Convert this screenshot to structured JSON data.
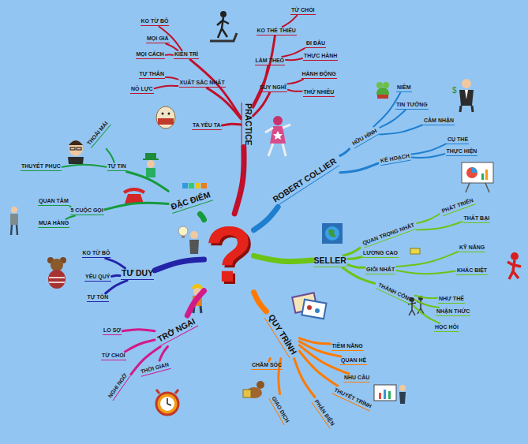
{
  "diagram": {
    "nodes": [
      {
        "text": [
          "?"
        ]
      },
      {
        "text": [
          "PRACTICE"
        ]
      },
      {
        "text": [
          "KIÊN TRÌ"
        ]
      },
      {
        "text": [
          "KO TỪ BỎ"
        ]
      },
      {
        "text": [
          "MỌI GIÁ"
        ]
      },
      {
        "text": [
          "MỌI CÁCH"
        ]
      },
      {
        "text": [
          "KO THỂ THIẾU"
        ]
      },
      {
        "text": [
          "TỪ CHỐI"
        ]
      },
      {
        "text": [
          "LÀM THEO"
        ]
      },
      {
        "text": [
          "ĐI ĐÂU"
        ]
      },
      {
        "text": [
          "THỰC HÀNH"
        ]
      },
      {
        "text": [
          "SUY NGHĨ"
        ]
      },
      {
        "text": [
          "HÀNH ĐỘNG"
        ]
      },
      {
        "text": [
          "THỨ NHIỀU"
        ]
      },
      {
        "text": [
          "XUẤT SẮC NHẤT"
        ]
      },
      {
        "text": [
          "TỰ THÂN"
        ]
      },
      {
        "text": [
          "NỖ LỰC"
        ]
      },
      {
        "text": [
          "TA YÊU TA"
        ]
      },
      {
        "text": [
          "ROBERT COLLIER"
        ]
      },
      {
        "text": [
          "HỮU HÌNH"
        ]
      },
      {
        "text": [
          "NIỀM"
        ]
      },
      {
        "text": [
          "TIN TƯỞNG"
        ]
      },
      {
        "text": [
          "CẢM NHẬN"
        ]
      },
      {
        "text": [
          "KẾ HOẠCH"
        ]
      },
      {
        "text": [
          "CỤ THỂ"
        ]
      },
      {
        "text": [
          "THỰC HIỆN"
        ]
      },
      {
        "text": [
          "SELLER"
        ]
      },
      {
        "text": [
          "QUAN TRỌNG NHẤT"
        ]
      },
      {
        "text": [
          "PHÁT TRIỂN"
        ]
      },
      {
        "text": [
          "THẤT BẠI"
        ]
      },
      {
        "text": [
          "LƯƠNG CAO"
        ]
      },
      {
        "text": [
          "GIỎI NHẤT"
        ]
      },
      {
        "text": [
          "KỸ NĂNG"
        ]
      },
      {
        "text": [
          "KHÁC BIỆT"
        ]
      },
      {
        "text": [
          "THÀNH CÔNG"
        ]
      },
      {
        "text": [
          "NHƯ THẾ"
        ]
      },
      {
        "text": [
          "NHẬN THỨC"
        ]
      },
      {
        "text": [
          "HỌC HỎI"
        ]
      },
      {
        "text": [
          "QUY TRÌNH"
        ]
      },
      {
        "text": [
          "TIỀM NĂNG"
        ]
      },
      {
        "text": [
          "QUAN HỆ"
        ]
      },
      {
        "text": [
          "NHU CẦU"
        ]
      },
      {
        "text": [
          "THUYẾT TRÌNH"
        ]
      },
      {
        "text": [
          "PHẢN BIỆN"
        ]
      },
      {
        "text": [
          "GIAO DỊCH"
        ]
      },
      {
        "text": [
          "CHĂM SÓC"
        ]
      },
      {
        "text": [
          "TRỞ NGẠI"
        ]
      },
      {
        "text": [
          "LO SỢ"
        ]
      },
      {
        "text": [
          "TỪ CHỐI"
        ]
      },
      {
        "text": [
          "NGHI NGỜ"
        ]
      },
      {
        "text": [
          "THỜI GIAN"
        ]
      },
      {
        "text": [
          "TƯ DUY"
        ]
      },
      {
        "text": [
          "KO TỪ BỎ"
        ]
      },
      {
        "text": [
          "YÊU QUÝ"
        ]
      },
      {
        "text": [
          "TỰ TÔN"
        ]
      },
      {
        "text": [
          "ĐẶC ĐIỂM"
        ]
      },
      {
        "text": [
          "TỰ TIN"
        ]
      },
      {
        "text": [
          "THOẢI MÁI"
        ]
      },
      {
        "text": [
          "THUYẾT PHỤC"
        ]
      },
      {
        "text": [
          "5 CUỘC GỌI"
        ]
      },
      {
        "text": [
          "QUAN TÂM"
        ]
      },
      {
        "text": [
          "MUA HÀNG"
        ]
      }
    ],
    "edges": [
      {
        "from": 0,
        "to": 1,
        "arrow": "none"
      },
      {
        "from": 1,
        "to": 2,
        "arrow": "none"
      },
      {
        "from": 2,
        "to": 3,
        "arrow": "none"
      },
      {
        "from": 2,
        "to": 4,
        "arrow": "none"
      },
      {
        "from": 2,
        "to": 5,
        "arrow": "none"
      },
      {
        "from": 1,
        "to": 6,
        "arrow": "none"
      },
      {
        "from": 6,
        "to": 7,
        "arrow": "none"
      },
      {
        "from": 1,
        "to": 8,
        "arrow": "none"
      },
      {
        "from": 8,
        "to": 9,
        "arrow": "none"
      },
      {
        "from": 8,
        "to": 10,
        "arrow": "none"
      },
      {
        "from": 1,
        "to": 11,
        "arrow": "none"
      },
      {
        "from": 11,
        "to": 12,
        "arrow": "none"
      },
      {
        "from": 11,
        "to": 13,
        "arrow": "none"
      },
      {
        "from": 1,
        "to": 14,
        "arrow": "none"
      },
      {
        "from": 14,
        "to": 15,
        "arrow": "none"
      },
      {
        "from": 14,
        "to": 16,
        "arrow": "none"
      },
      {
        "from": 1,
        "to": 17,
        "arrow": "none"
      },
      {
        "from": 0,
        "to": 18,
        "arrow": "none"
      },
      {
        "from": 18,
        "to": 19,
        "arrow": "none"
      },
      {
        "from": 19,
        "to": 20,
        "arrow": "none"
      },
      {
        "from": 19,
        "to": 21,
        "arrow": "none"
      },
      {
        "from": 19,
        "to": 22,
        "arrow": "none"
      },
      {
        "from": 18,
        "to": 23,
        "arrow": "none"
      },
      {
        "from": 23,
        "to": 24,
        "arrow": "none"
      },
      {
        "from": 23,
        "to": 25,
        "arrow": "none"
      },
      {
        "from": 0,
        "to": 26,
        "arrow": "none"
      },
      {
        "from": 26,
        "to": 27,
        "arrow": "none"
      },
      {
        "from": 27,
        "to": 28,
        "arrow": "none"
      },
      {
        "from": 27,
        "to": 29,
        "arrow": "none"
      },
      {
        "from": 26,
        "to": 30,
        "arrow": "none"
      },
      {
        "from": 26,
        "to": 31,
        "arrow": "none"
      },
      {
        "from": 31,
        "to": 32,
        "arrow": "none"
      },
      {
        "from": 31,
        "to": 33,
        "arrow": "none"
      },
      {
        "from": 26,
        "to": 34,
        "arrow": "none"
      },
      {
        "from": 34,
        "to": 35,
        "arrow": "none"
      },
      {
        "from": 34,
        "to": 36,
        "arrow": "none"
      },
      {
        "from": 34,
        "to": 37,
        "arrow": "none"
      },
      {
        "from": 0,
        "to": 38,
        "arrow": "none"
      },
      {
        "from": 38,
        "to": 39,
        "arrow": "none"
      },
      {
        "from": 38,
        "to": 40,
        "arrow": "none"
      },
      {
        "from": 38,
        "to": 41,
        "arrow": "none"
      },
      {
        "from": 38,
        "to": 42,
        "arrow": "none"
      },
      {
        "from": 38,
        "to": 43,
        "arrow": "none"
      },
      {
        "from": 38,
        "to": 44,
        "arrow": "none"
      },
      {
        "from": 38,
        "to": 45,
        "arrow": "none"
      },
      {
        "from": 0,
        "to": 46,
        "arrow": "none"
      },
      {
        "from": 46,
        "to": 47,
        "arrow": "none"
      },
      {
        "from": 46,
        "to": 48,
        "arrow": "none"
      },
      {
        "from": 46,
        "to": 49,
        "arrow": "none"
      },
      {
        "from": 46,
        "to": 50,
        "arrow": "none"
      },
      {
        "from": 0,
        "to": 51,
        "arrow": "none"
      },
      {
        "from": 51,
        "to": 52,
        "arrow": "none"
      },
      {
        "from": 51,
        "to": 53,
        "arrow": "none"
      },
      {
        "from": 51,
        "to": 54,
        "arrow": "none"
      },
      {
        "from": 0,
        "to": 55,
        "arrow": "none"
      },
      {
        "from": 55,
        "to": 56,
        "arrow": "none"
      },
      {
        "from": 56,
        "to": 57,
        "arrow": "none"
      },
      {
        "from": 56,
        "to": 58,
        "arrow": "none"
      },
      {
        "from": 55,
        "to": 59,
        "arrow": "none"
      },
      {
        "from": 59,
        "to": 60,
        "arrow": "none"
      },
      {
        "from": 59,
        "to": 61,
        "arrow": "none"
      }
    ]
  }
}
